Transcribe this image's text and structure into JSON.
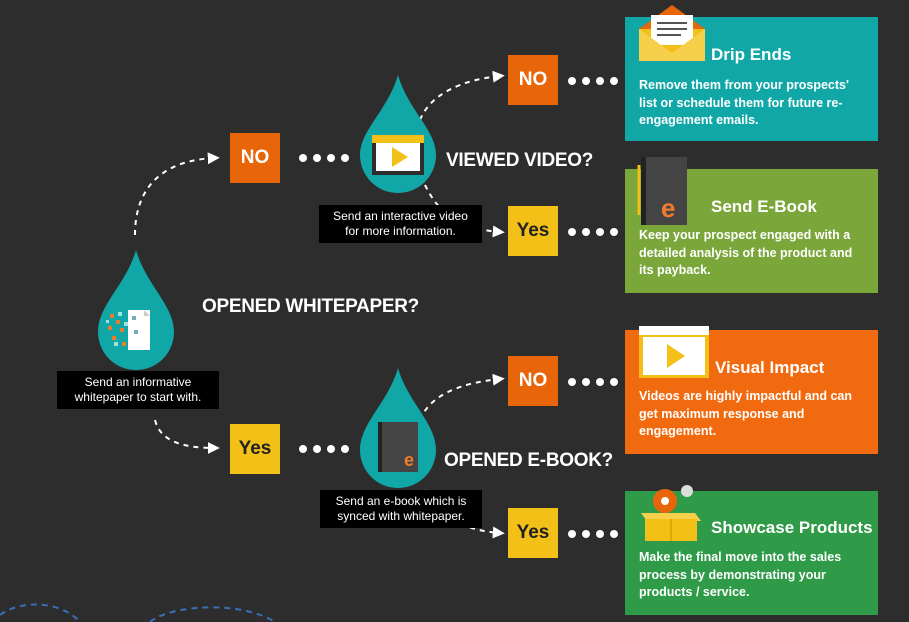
{
  "root": {
    "question": "OPENED WHITEPAPER?",
    "note": "Send an informative whitepaper to start with."
  },
  "branch_video": {
    "question": "VIEWED VIDEO?",
    "note": "Send an interactive video for more information."
  },
  "branch_ebook": {
    "question": "OPENED E-BOOK?",
    "note": "Send an e-book which is synced with whitepaper."
  },
  "answers": {
    "no": "NO",
    "yes": "Yes"
  },
  "outcomes": [
    {
      "title": "Drip Ends",
      "text": "Remove them from your prospects' list or schedule them for future re-engagement emails.",
      "color": "#12a7a7",
      "icon": "envelope-icon"
    },
    {
      "title": "Send E-Book",
      "text": "Keep your prospect engaged with a detailed analysis of the product and its payback.",
      "color": "#7ba63a",
      "icon": "ebook-icon"
    },
    {
      "title": "Visual Impact",
      "text": "Videos are highly impactful and can get maximum response and engagement.",
      "color": "#f26a0f",
      "icon": "video-player-icon"
    },
    {
      "title": "Showcase Products",
      "text": "Make the final move into the sales process by demonstrating your products / service.",
      "color": "#2f9a48",
      "icon": "product-box-icon"
    }
  ],
  "colors": {
    "background": "#2d2d2d",
    "drop": "#12a7a7",
    "no_badge": "#e8650a",
    "yes_badge": "#f3c017"
  }
}
